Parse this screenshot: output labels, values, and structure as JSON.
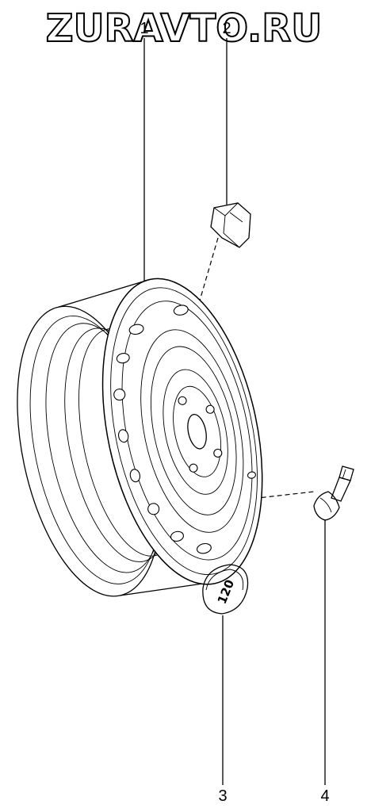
{
  "watermark": "ZURAVTO.RU",
  "callouts": [
    {
      "id": "1",
      "label": "1"
    },
    {
      "id": "2",
      "label": "2"
    },
    {
      "id": "3",
      "label": "3"
    },
    {
      "id": "4",
      "label": "4"
    }
  ],
  "hubcap_marking": "120"
}
